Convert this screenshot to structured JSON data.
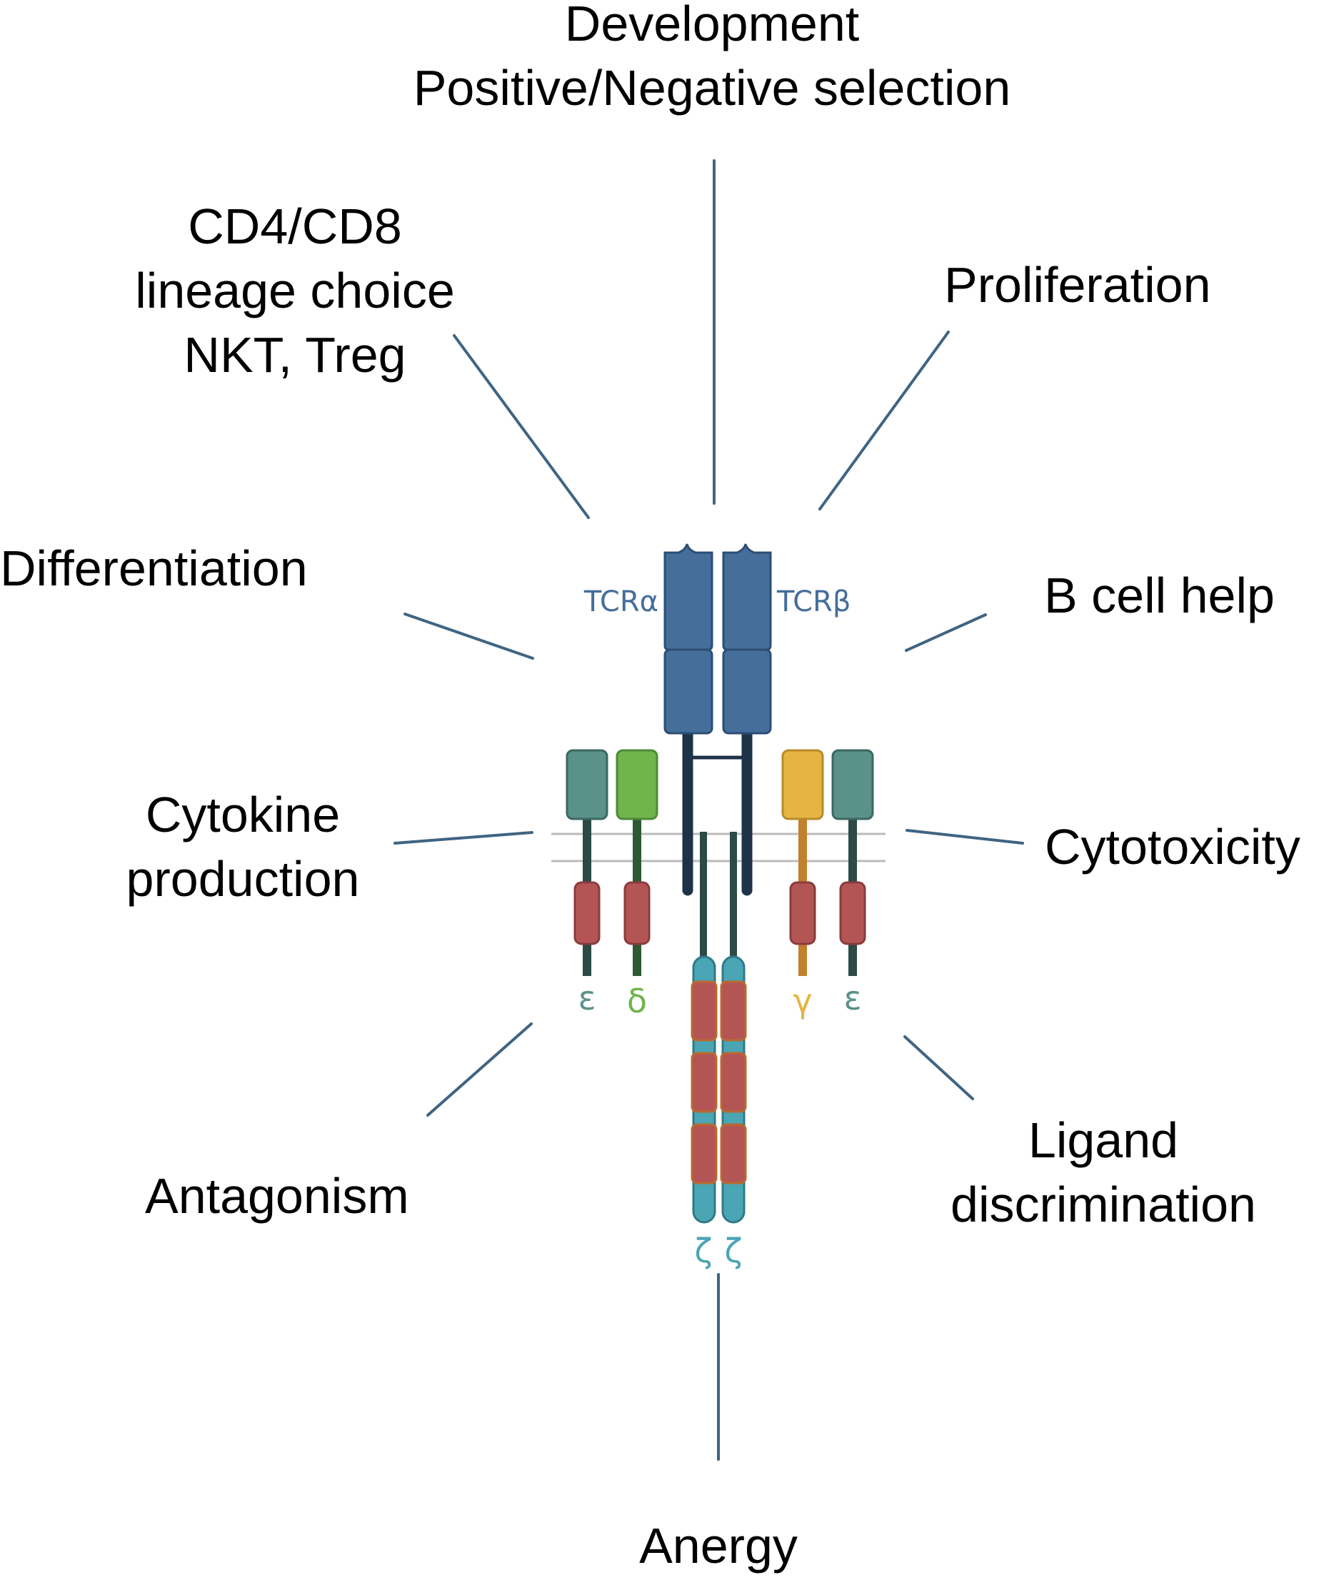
{
  "outcomes": {
    "development": [
      "Development",
      "Positive/Negative selection"
    ],
    "lineage": [
      "CD4/CD8",
      "lineage choice",
      "NKT, Treg"
    ],
    "proliferation": [
      "Proliferation"
    ],
    "differentiation": [
      "Differentiation"
    ],
    "b_cell_help": [
      "B cell help"
    ],
    "cytokine": [
      "Cytokine",
      "production"
    ],
    "cytotoxicity": [
      "Cytotoxicity"
    ],
    "antagonism": [
      "Antagonism"
    ],
    "ligand": [
      "Ligand",
      "discrimination"
    ],
    "anergy": [
      "Anergy"
    ]
  },
  "complex": {
    "tcr_alpha": "TCRα",
    "tcr_beta": "TCRβ",
    "epsilon_left": "ε",
    "delta": "δ",
    "gamma": "γ",
    "epsilon_right": "ε",
    "zeta_left": "ζ",
    "zeta_right": "ζ"
  },
  "colors": {
    "connector": "#3f6482",
    "tcr": "#456e9b",
    "tcr_stroke": "#2c4e74",
    "tcr_stalk": "#1f3348",
    "cd3_teal": "#5a9189",
    "cd3_teal_stalk": "#2c4a46",
    "delta_green": "#6fb44c",
    "delta_stalk": "#2e5a31",
    "gamma_gold": "#e6b443",
    "gamma_stalk": "#c27f2c",
    "itam_red": "#b45555",
    "zeta_cyan": "#4aa5b4",
    "membrane": "#bbbbbb"
  }
}
